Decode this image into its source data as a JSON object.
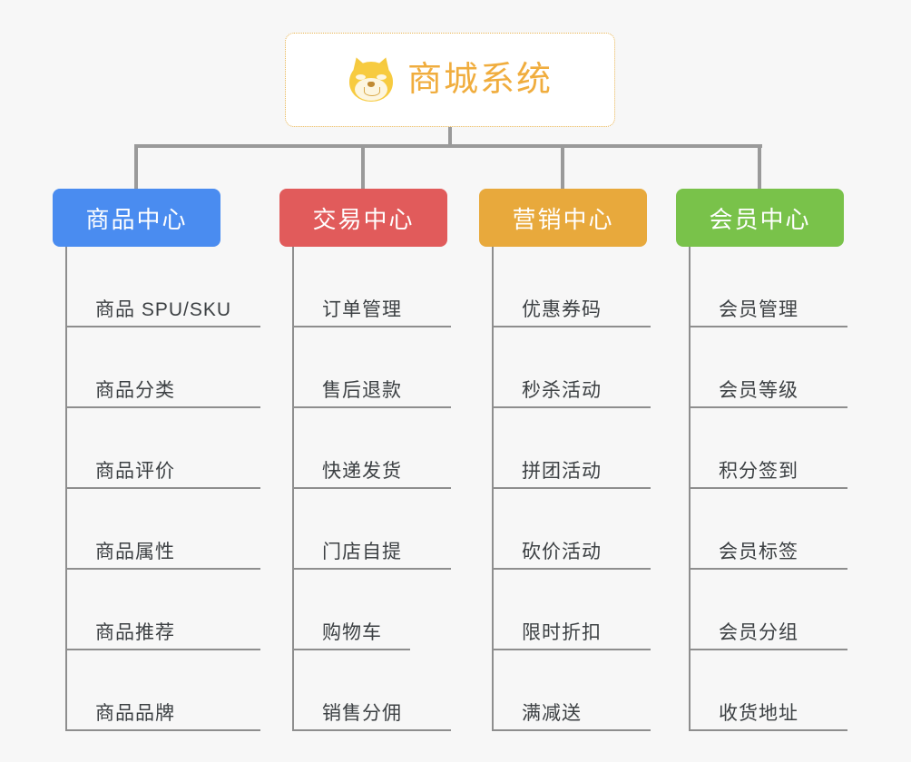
{
  "page": {
    "background_color": "#f7f7f7",
    "line_color": "#8e8e8e",
    "text_color": "#3c4043"
  },
  "root": {
    "title": "商城系统",
    "icon": "shiba-dog-icon",
    "border_color": "#e8b451",
    "text_color": "#f0ad3e",
    "background_color": "#ffffff"
  },
  "categories": [
    {
      "label": "商品中心",
      "color": "#4a8cf0",
      "items": [
        "商品 SPU/SKU",
        "商品分类",
        "商品评价",
        "商品属性",
        "商品推荐",
        "商品品牌"
      ]
    },
    {
      "label": "交易中心",
      "color": "#e15b5b",
      "items": [
        "订单管理",
        "售后退款",
        "快递发货",
        "门店自提",
        "购物车",
        "销售分佣"
      ]
    },
    {
      "label": "营销中心",
      "color": "#e8a93c",
      "items": [
        "优惠券码",
        "秒杀活动",
        "拼团活动",
        "砍价活动",
        "限时折扣",
        "满减送"
      ]
    },
    {
      "label": "会员中心",
      "color": "#79c24a",
      "items": [
        "会员管理",
        "会员等级",
        "积分签到",
        "会员标签",
        "会员分组",
        "收货地址"
      ]
    }
  ]
}
